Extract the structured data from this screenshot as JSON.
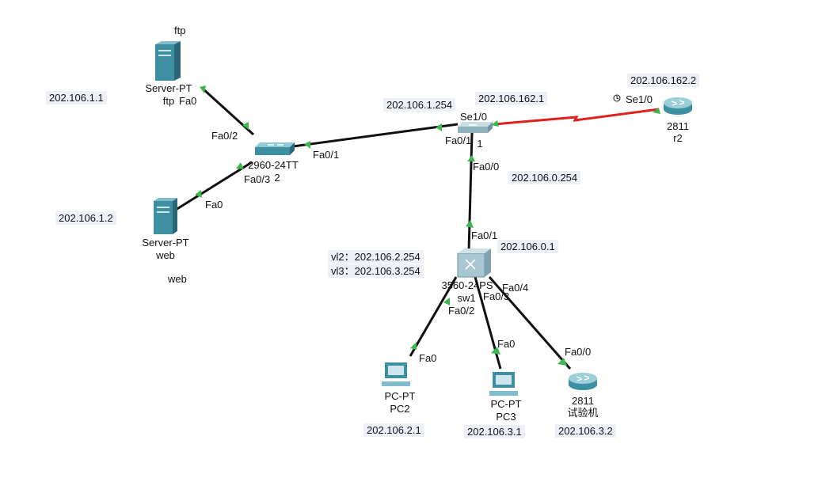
{
  "notes": {
    "ftp": "ftp",
    "web": "web",
    "ip_ftp": "202.106.1.1",
    "ip_web": "202.106.1.2",
    "ip_r1_fa01": "202.106.1.254",
    "ip_r1_se10": "202.106.162.1",
    "ip_r2_se10": "202.106.162.2",
    "ip_r1_fa00": "202.106.0.254",
    "ip_sw1_fa01": "202.106.0.1",
    "vlan2": "vl2：202.106.2.254",
    "vlan3": "vl3：202.106.3.254",
    "ip_pc2": "202.106.2.1",
    "ip_pc3": "202.106.3.1",
    "ip_test": "202.106.3.2"
  },
  "devices": {
    "server_ftp": {
      "model": "Server-PT",
      "name": "ftp"
    },
    "server_web": {
      "model": "Server-PT",
      "name": "web"
    },
    "switch2": {
      "model": "2960-24TT",
      "name": "2"
    },
    "router1": {
      "model": "",
      "name": "1"
    },
    "router2": {
      "model": "2811",
      "name": "r2"
    },
    "sw1": {
      "model": "3560-24PS",
      "name": "sw1"
    },
    "pc2": {
      "model": "PC-PT",
      "name": "PC2"
    },
    "pc3": {
      "model": "PC-PT",
      "name": "PC3"
    },
    "testrouter": {
      "model": "2811",
      "name": "试验机"
    }
  },
  "ports": {
    "ftp_fa0": "Fa0",
    "sw2_fa02": "Fa0/2",
    "sw2_fa01": "Fa0/1",
    "sw2_fa03": "Fa0/3",
    "web_fa0": "Fa0",
    "r1_se10": "Se1/0",
    "r1_fa01": "Fa0/1",
    "r1_fa00": "Fa0/0",
    "r2_se10": "Se1/0",
    "sw1_fa01": "Fa0/1",
    "sw1_fa02": "Fa0/2",
    "sw1_fa03": "Fa0/3",
    "sw1_fa04": "Fa0/4",
    "pc2_fa0": "Fa0",
    "pc3_fa0": "Fa0",
    "test_fa00": "Fa0/0"
  },
  "colors": {
    "link": "#111111",
    "serial_link": "#e0201c",
    "port_up": "#3db84a",
    "device_teal": "#3f8fa3",
    "ip_bg": "#eef0f8"
  }
}
